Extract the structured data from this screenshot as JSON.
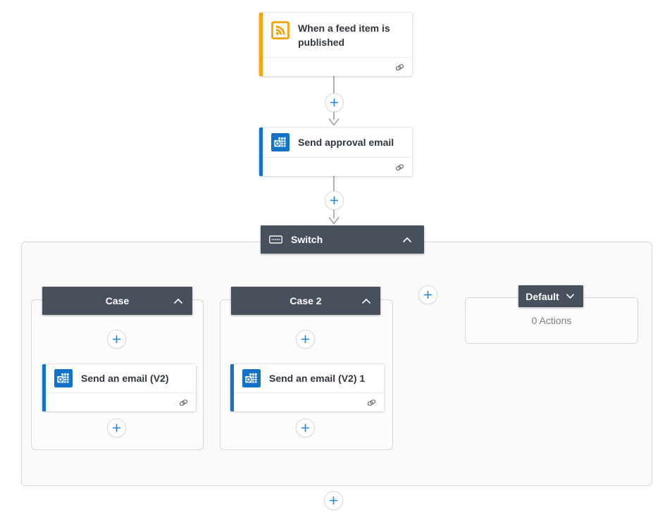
{
  "colors": {
    "accent_blue": "#1F85D6",
    "trigger_orange": "#F8A20A",
    "outlook_blue": "#1273C9",
    "scope_header_dark": "#47505C",
    "connector_gray": "#A8A8A8",
    "muted_text": "#7A7F85"
  },
  "trigger": {
    "title": "When a feed item is published",
    "icon": "rss-icon"
  },
  "approval": {
    "title": "Send approval email",
    "icon": "outlook-icon"
  },
  "switch": {
    "label": "Switch",
    "icon": "switch-icon",
    "state": "expanded"
  },
  "cases": [
    {
      "label": "Case",
      "state": "expanded",
      "action": {
        "title": "Send an email (V2)",
        "icon": "outlook-icon"
      }
    },
    {
      "label": "Case 2",
      "state": "expanded",
      "action": {
        "title": "Send an email (V2) 1",
        "icon": "outlook-icon"
      }
    }
  ],
  "default_branch": {
    "label": "Default",
    "state": "collapsed",
    "empty_text": "0 Actions"
  }
}
